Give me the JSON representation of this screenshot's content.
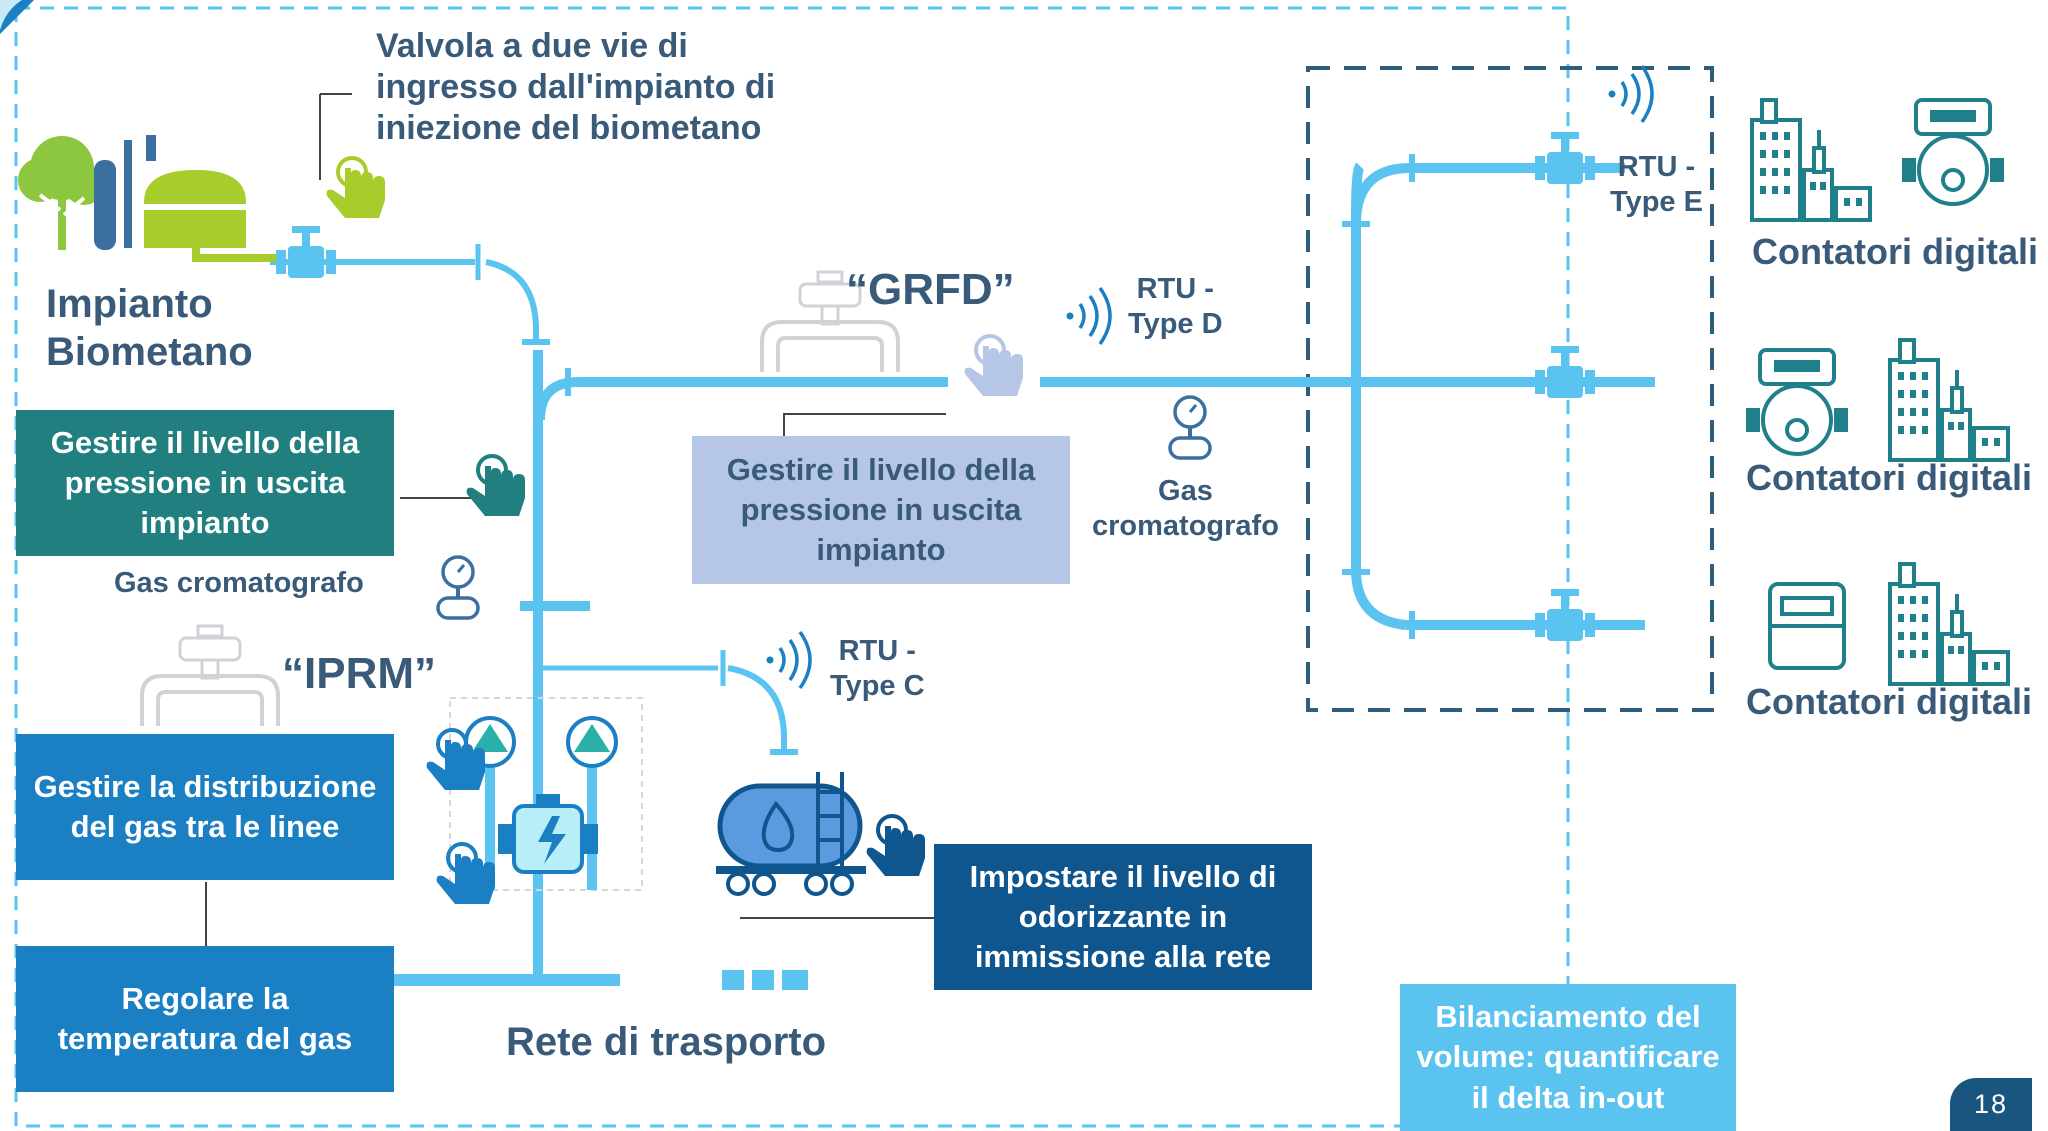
{
  "labels": {
    "valve_two_way": "Valvola a due vie di ingresso dall'impianto di iniezione del biometano",
    "plant_line1": "Impianto",
    "plant_line2": "Biometano",
    "grfd": "“GRFD”",
    "iprm": "“IPRM”",
    "rtu_d_line1": "RTU -",
    "rtu_d_line2": "Type D",
    "rtu_c_line1": "RTU -",
    "rtu_c_line2": "Type C",
    "rtu_e_line1": "RTU -",
    "rtu_e_line2": "Type E",
    "gas_chrom_left": "Gas cromatografo",
    "gas_chrom_right_line1": "Gas",
    "gas_chrom_right_line2": "cromatografo",
    "meters_1": "Contatori digitali",
    "meters_2": "Contatori digitali",
    "meters_3": "Contatori digitali",
    "transport_network": "Rete di trasporto",
    "page_number": "18"
  },
  "boxes": {
    "pressure_plant_teal": "Gestire il livello della pressione in uscita impianto",
    "pressure_plant_lavender": "Gestire il livello della pressione in uscita impianto",
    "gas_distribution": "Gestire la distribuzione del gas tra le linee",
    "gas_temperature": "Regolare la temperatura del gas",
    "odorant_level": "Impostare il livello di odorizzante in immissione alla rete",
    "volume_balance": "Bilanciamento del volume: quantificare il delta in-out"
  },
  "colors": {
    "pipe": "#5ac3ef",
    "teal_box": "#21807f",
    "blue_box": "#1b7fc3",
    "navy_box": "#0f568f",
    "lavender_box": "#b6c6e6",
    "sky_box": "#5ac3ef",
    "label_text": "#3a5a79",
    "lime_accent": "#a8cc2c",
    "tree_green": "#8dc63f",
    "dark_dash": "#2f5d7e"
  },
  "icons": [
    "tree-icon",
    "silo-icon",
    "digester-icon",
    "valve-icon",
    "hand-pointer-icon",
    "wireless-signal-icon",
    "pressure-gauge-icon",
    "pressure-regulator-icon",
    "pump-icon",
    "engine-icon",
    "tanker-wagon-icon",
    "buildings-icon",
    "gas-meter-icon"
  ]
}
